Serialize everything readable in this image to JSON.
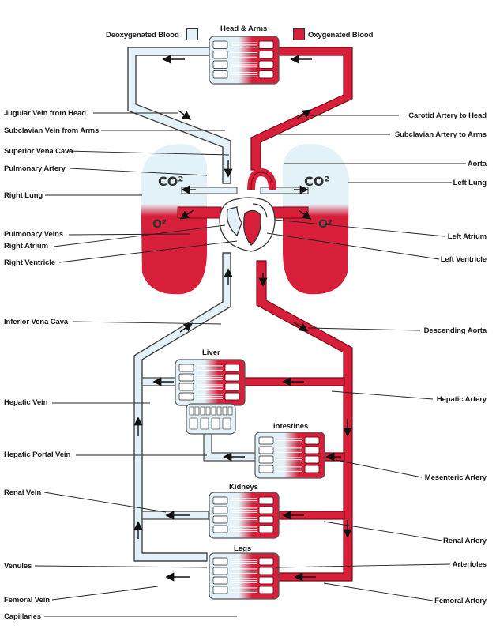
{
  "legend": {
    "deoxygenated_label": "Deoxygenated Blood",
    "oxygenated_label": "Oxygenated Blood",
    "deoxygenated_color": "#e3f2f8",
    "oxygenated_color": "#d71f3a"
  },
  "organs": {
    "head_arms": "Head & Arms",
    "liver": "Liver",
    "intestines": "Intestines",
    "kidneys": "Kidneys",
    "legs": "Legs"
  },
  "gases": {
    "co2_left": "CO²",
    "co2_right": "CO²",
    "o2_left": "O²",
    "o2_right": "O²"
  },
  "left_labels": {
    "jugular_vein": "Jugular Vein from Head",
    "subclavian_vein": "Subclavian Vein from Arms",
    "superior_vena_cava": "Superior Vena Cava",
    "pulmonary_artery": "Pulmonary Artery",
    "right_lung": "Right Lung",
    "pulmonary_veins": "Pulmonary Veins",
    "right_atrium": "Right Atrium",
    "right_ventricle": "Right Ventricle",
    "inferior_vena_cava": "Inferior Vena Cava",
    "hepatic_vein": "Hepatic Vein",
    "hepatic_portal_vein": "Hepatic Portal Vein",
    "renal_vein": "Renal Vein",
    "venules": "Venules",
    "femoral_vein": "Femoral Vein",
    "capillaries": "Capillaries"
  },
  "right_labels": {
    "carotid_artery": "Carotid Artery to Head",
    "subclavian_artery": "Subclavian Artery to Arms",
    "aorta": "Aorta",
    "left_lung": "Left Lung",
    "left_atrium": "Left Atrium",
    "left_ventricle": "Left Ventricle",
    "descending_aorta": "Descending Aorta",
    "hepatic_artery": "Hepatic Artery",
    "mesenteric_artery": "Mesenteric Artery",
    "renal_artery": "Renal Artery",
    "arterioles": "Arterioles",
    "femoral_artery": "Femoral Artery"
  }
}
